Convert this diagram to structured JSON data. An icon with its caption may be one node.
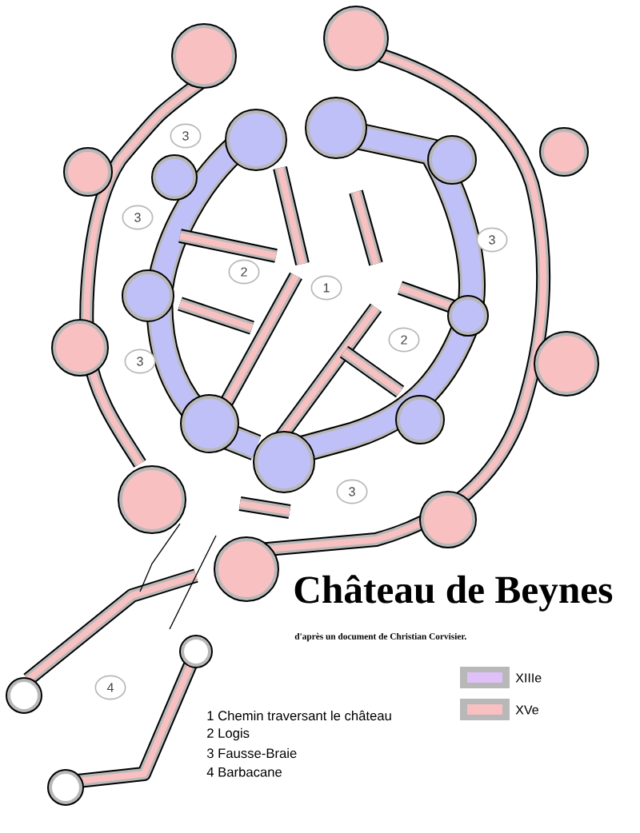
{
  "diagram": {
    "title": "Château de Beynes",
    "caption": "d'après un document de Christian Corvisier.",
    "nodes": [
      {
        "text": [
          "3"
        ]
      },
      {
        "text": [
          "3"
        ]
      },
      {
        "text": [
          "3"
        ]
      },
      {
        "text": [
          "2"
        ]
      },
      {
        "text": [
          "1"
        ]
      },
      {
        "text": [
          "3"
        ]
      },
      {
        "text": [
          "2"
        ]
      },
      {
        "text": [
          "3"
        ]
      },
      {
        "text": [
          "4"
        ]
      }
    ],
    "edges": [],
    "labels": [
      "1 Chemin traversant le château",
      "2 Logis",
      "3 Fausse-Braie",
      "4 Barbacane"
    ],
    "legend": [
      {
        "text": "XIIIe",
        "color": "#e0c0f8"
      },
      {
        "text": "XVe",
        "color": "#f8c0c0"
      }
    ]
  }
}
